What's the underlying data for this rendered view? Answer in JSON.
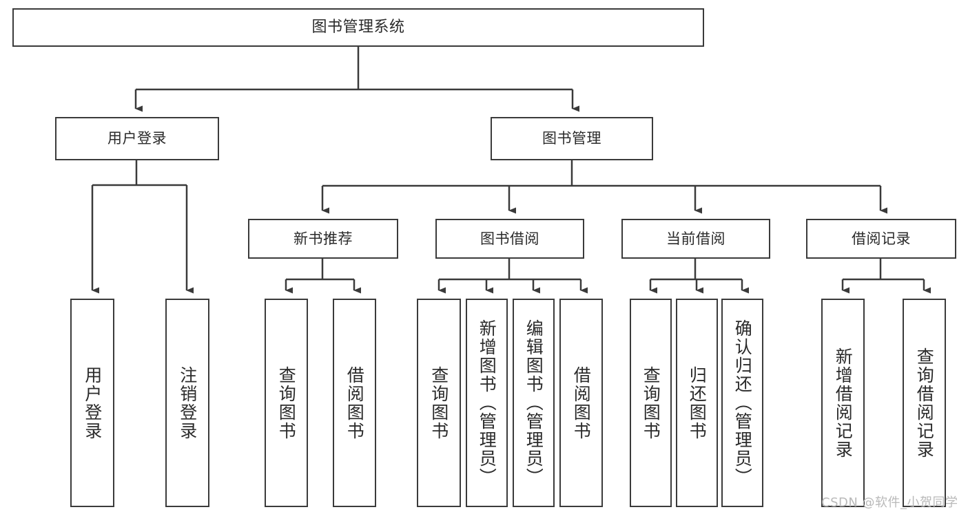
{
  "diagram": {
    "title": "图书管理系统",
    "type": "tree-hierarchy-chart",
    "stroke_color": "#3a3a3a",
    "fill_color": "#ffffff",
    "text_color": "#2a2a2a"
  },
  "nodes": {
    "root": {
      "label": "图书管理系统"
    },
    "level2": [
      {
        "id": "user-login",
        "label": "用户登录"
      },
      {
        "id": "book-manage",
        "label": "图书管理"
      }
    ],
    "level3": [
      {
        "id": "new-book-rec",
        "label": "新书推荐"
      },
      {
        "id": "book-borrow",
        "label": "图书借阅"
      },
      {
        "id": "current-borrow",
        "label": "当前借阅"
      },
      {
        "id": "borrow-record",
        "label": "借阅记录"
      }
    ],
    "leaves": {
      "user_login": [
        {
          "id": "leaf-user-login",
          "label": "用户登录"
        },
        {
          "id": "leaf-logout",
          "label": "注销登录"
        }
      ],
      "new_book_rec": [
        {
          "id": "leaf-query-book-1",
          "label": "查询图书"
        },
        {
          "id": "leaf-borrow-book-1",
          "label": "借阅图书"
        }
      ],
      "book_borrow": [
        {
          "id": "leaf-query-book-2",
          "label": "查询图书"
        },
        {
          "id": "leaf-add-book",
          "label": "新增图书（管理员）"
        },
        {
          "id": "leaf-edit-book",
          "label": "编辑图书（管理员）"
        },
        {
          "id": "leaf-borrow-book-2",
          "label": "借阅图书"
        }
      ],
      "current_borrow": [
        {
          "id": "leaf-query-book-3",
          "label": "查询图书"
        },
        {
          "id": "leaf-return-book",
          "label": "归还图书"
        },
        {
          "id": "leaf-confirm-return",
          "label": "确认归还（管理员）"
        }
      ],
      "borrow_record": [
        {
          "id": "leaf-add-record",
          "label": "新增借阅记录"
        },
        {
          "id": "leaf-query-record",
          "label": "查询借阅记录"
        }
      ]
    }
  },
  "watermark": {
    "text": "CSDN @软件_小贺同学"
  }
}
